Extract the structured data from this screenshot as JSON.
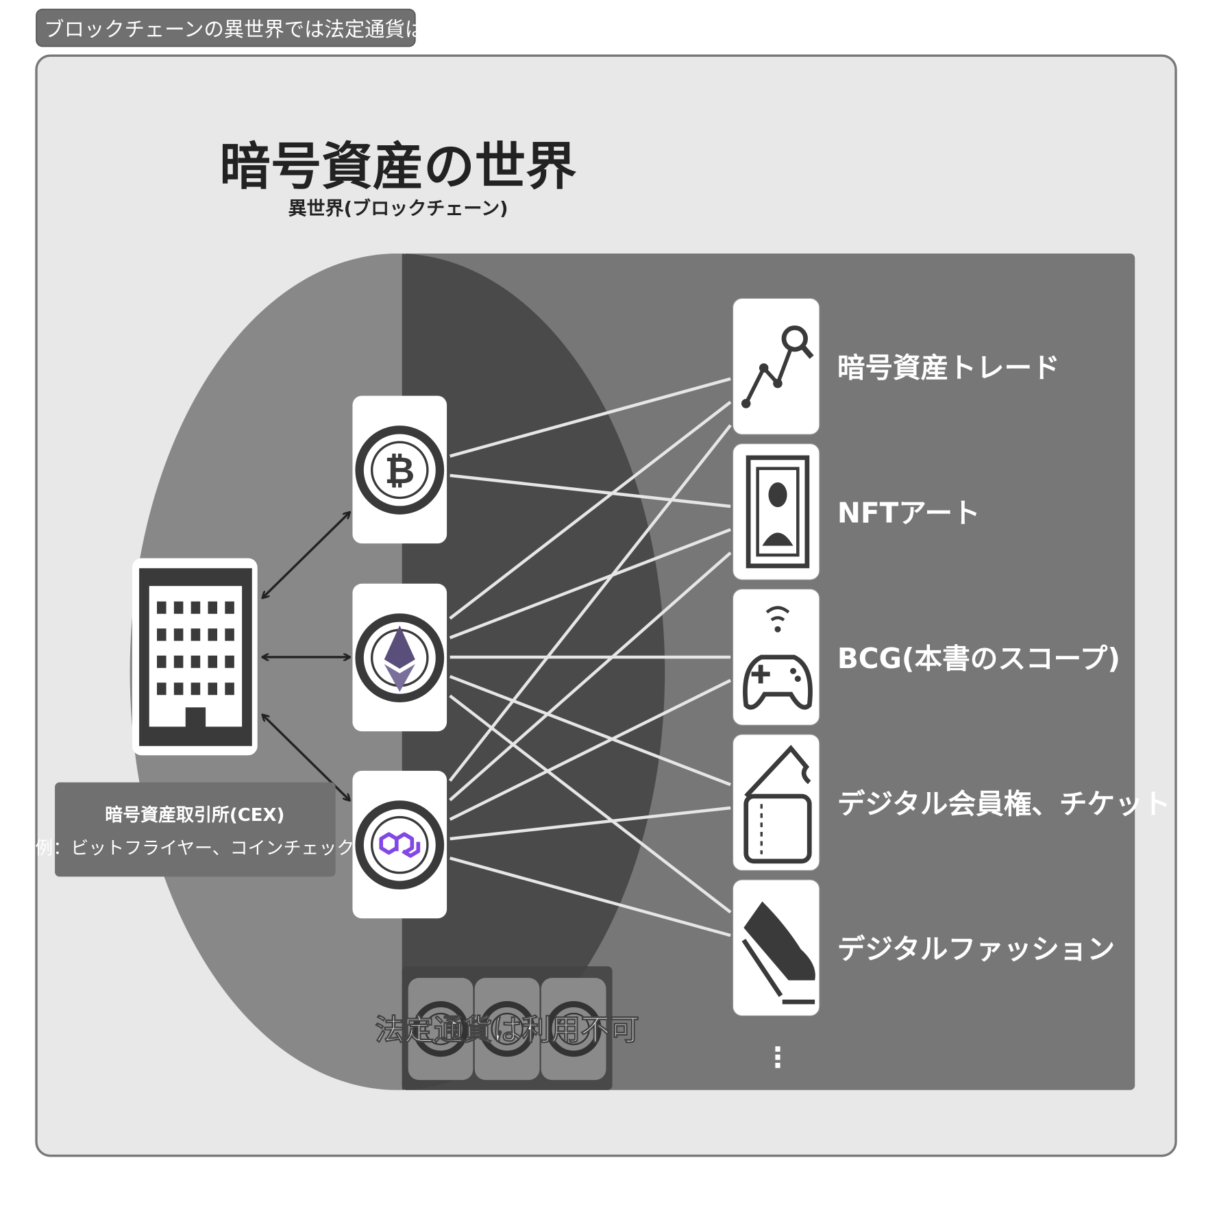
{
  "header_tag": "ブロックチェーンの異世界では法定通貨は使えない",
  "title": "暗号資産の世界",
  "subtitle": "異世界(ブロックチェーン)",
  "exchange": {
    "name": "暗号資産取引所(CEX)",
    "examples": "(例：ビットフライヤー、コインチェック)",
    "icon": "building-icon"
  },
  "coins": [
    {
      "name": "bitcoin",
      "icon": "bitcoin-icon"
    },
    {
      "name": "ethereum",
      "icon": "ethereum-icon"
    },
    {
      "name": "polygon",
      "icon": "polygon-icon",
      "color": "#8247e5"
    }
  ],
  "uses": [
    {
      "label": "暗号資産トレード",
      "icon": "chart-search-icon"
    },
    {
      "label": "NFTアート",
      "icon": "framed-portrait-icon"
    },
    {
      "label": "BCG(本書のスコープ)",
      "icon": "gamepad-icon"
    },
    {
      "label": "デジタル会員権、チケット",
      "icon": "ticket-icon"
    },
    {
      "label": "デジタルファッション",
      "icon": "sneaker-icon"
    }
  ],
  "more_indicator": "⋮",
  "fiat_note": "法定通貨は利用不可",
  "colors": {
    "panel": "#e8e8e8",
    "world": "#777777",
    "ellipse_left": "#888888",
    "ellipse_right": "#4a4a4a",
    "line": "#e6e6e6"
  }
}
